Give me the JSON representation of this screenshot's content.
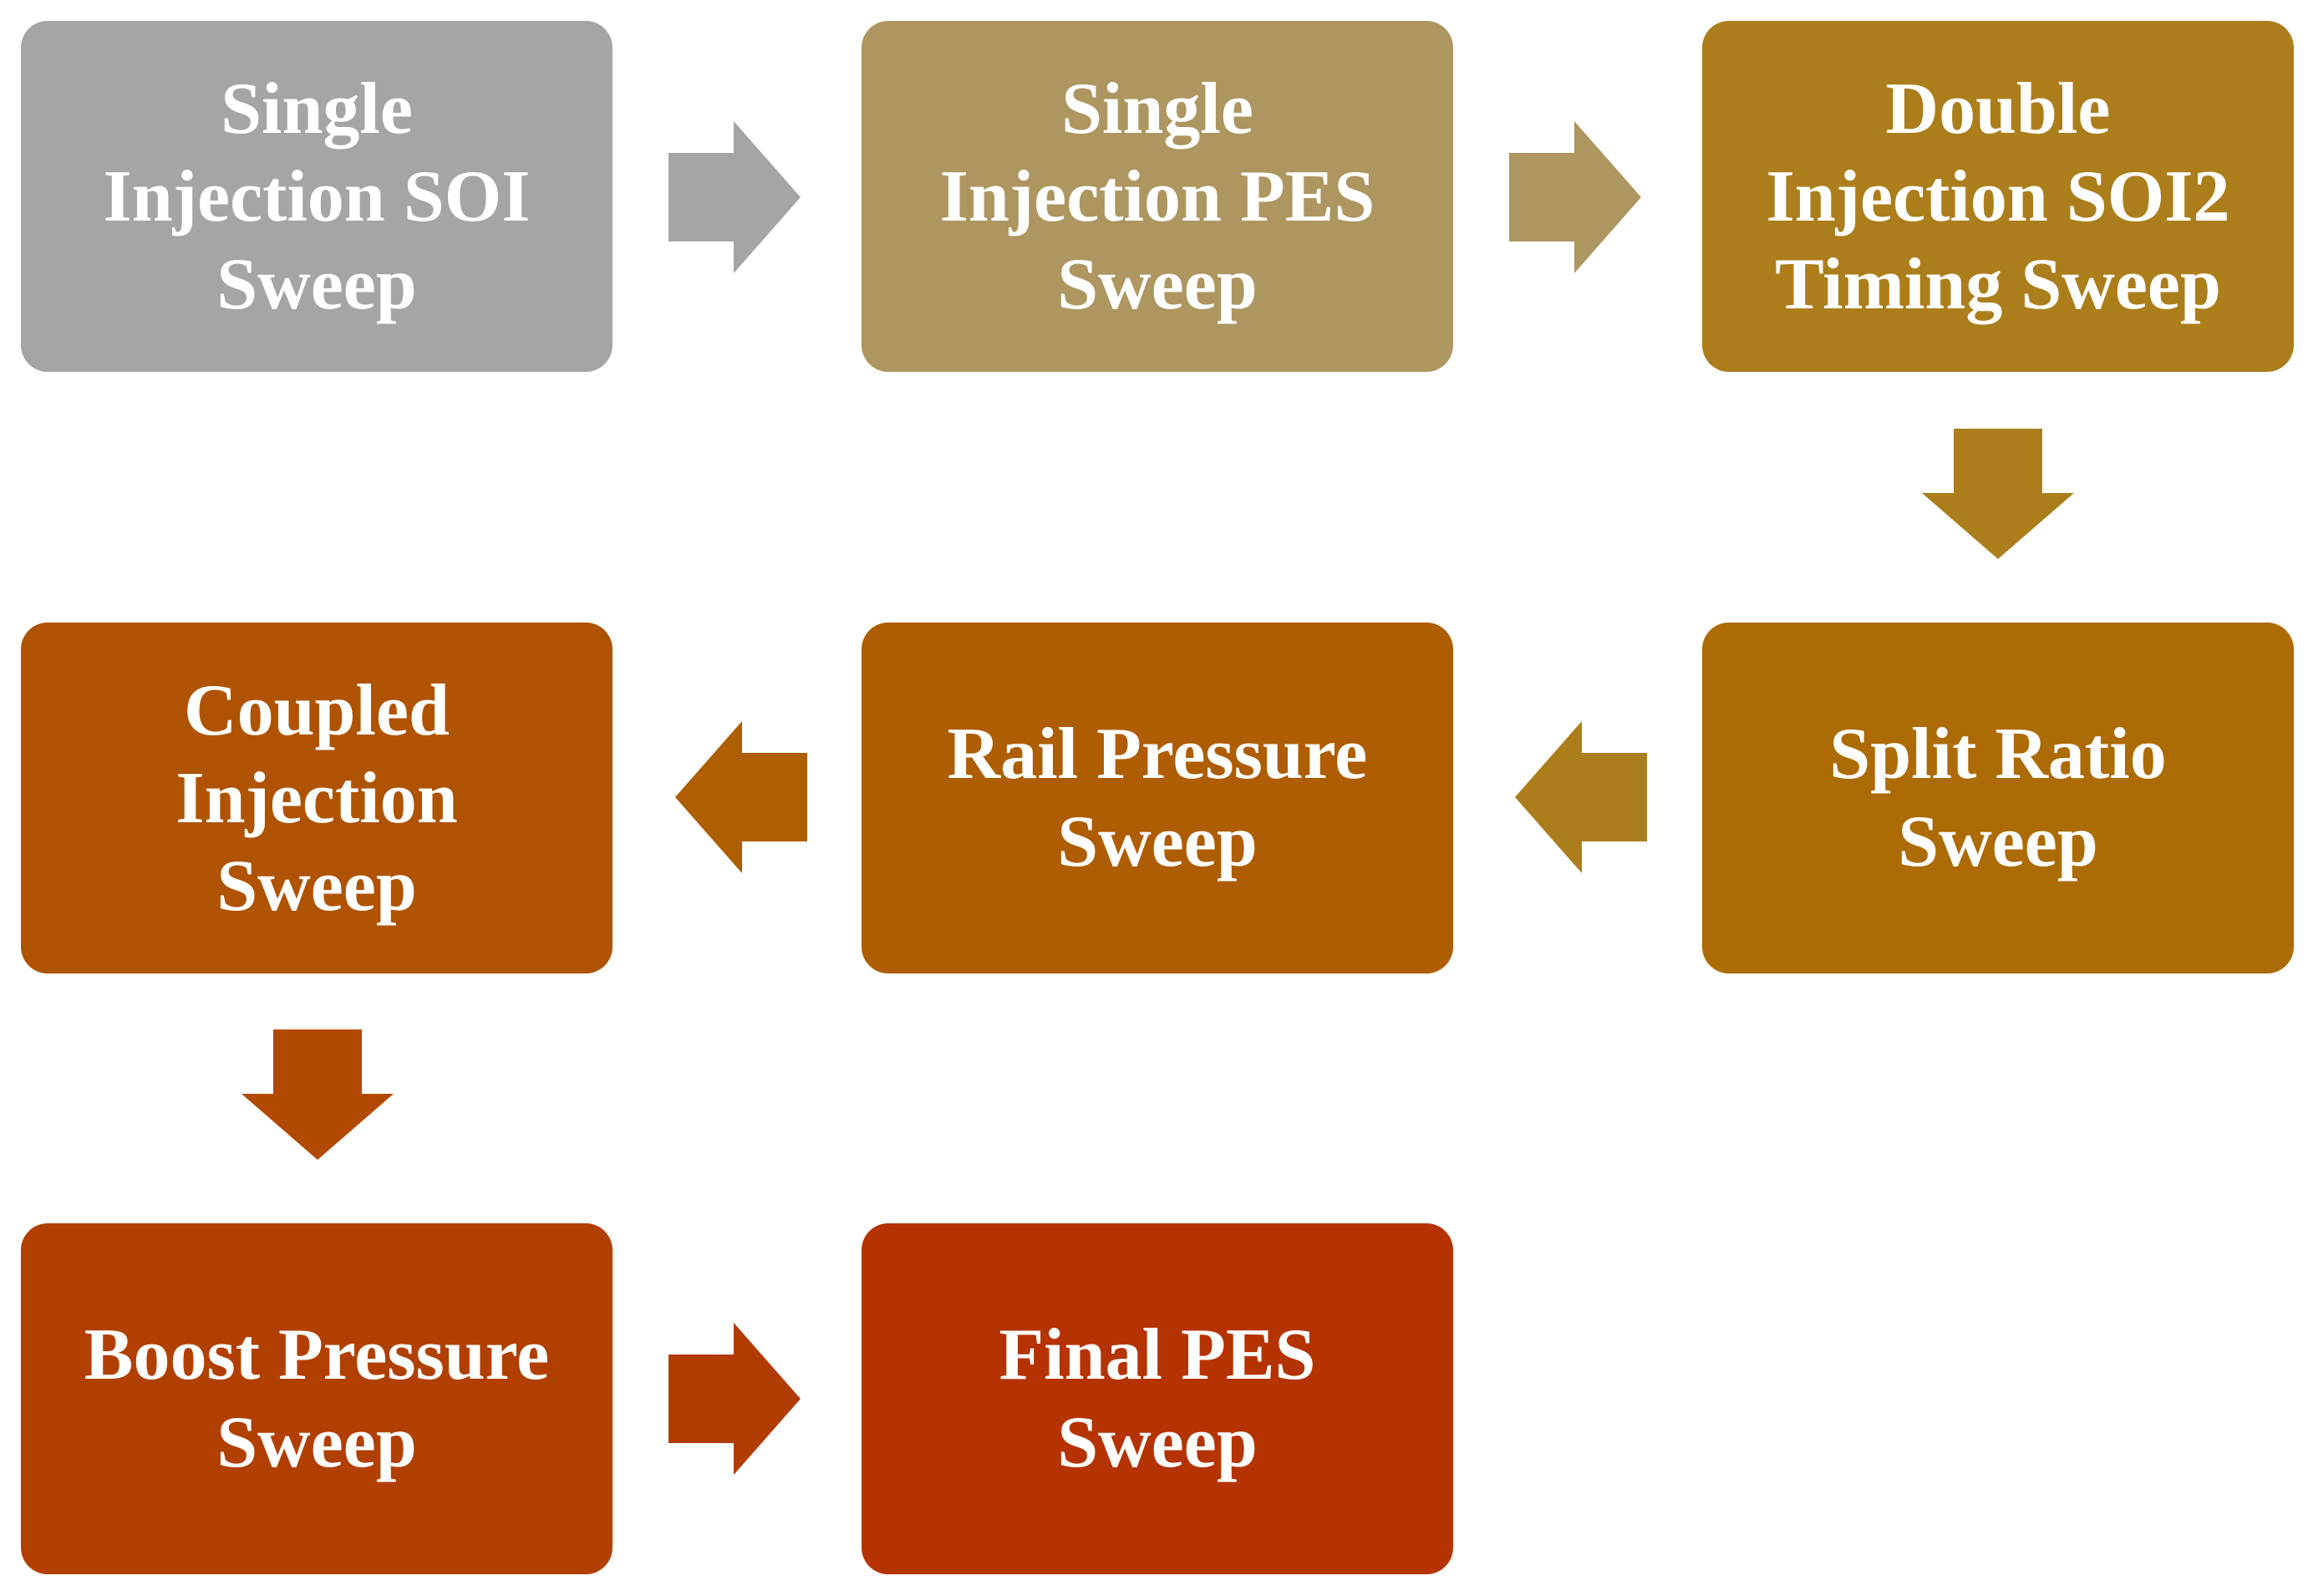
{
  "steps": [
    {
      "label": "Single\nInjection SOI\nSweep",
      "color": "#a5a5a5"
    },
    {
      "label": "Single\nInjection PES\nSweep",
      "color": "#ae9660"
    },
    {
      "label": "Double\nInjection SOI2\nTiming Sweep",
      "color": "#ac7e1b"
    },
    {
      "label": "Split Ratio\nSweep",
      "color": "#ac6b04"
    },
    {
      "label": "Rail Pressure\nSweep",
      "color": "#ae5d02"
    },
    {
      "label": "Coupled\nInjection\nSweep",
      "color": "#af5300"
    },
    {
      "label": "Boost Pressure\nSweep",
      "color": "#b14000"
    },
    {
      "label": "Final PES\nSweep",
      "color": "#b53300"
    }
  ],
  "arrows": [
    {
      "from": "step-1",
      "to": "step-2",
      "direction": "right",
      "color": "#a5a5a5"
    },
    {
      "from": "step-2",
      "to": "step-3",
      "direction": "right",
      "color": "#ae9660"
    },
    {
      "from": "step-3",
      "to": "step-4",
      "direction": "down",
      "color": "#ac7e1b"
    },
    {
      "from": "step-4",
      "to": "step-5",
      "direction": "left",
      "color": "#ac7e1b"
    },
    {
      "from": "step-5",
      "to": "step-6",
      "direction": "left",
      "color": "#af5e00"
    },
    {
      "from": "step-6",
      "to": "step-7",
      "direction": "down",
      "color": "#b14a00"
    },
    {
      "from": "step-7",
      "to": "step-8",
      "direction": "right",
      "color": "#b13c00"
    }
  ]
}
